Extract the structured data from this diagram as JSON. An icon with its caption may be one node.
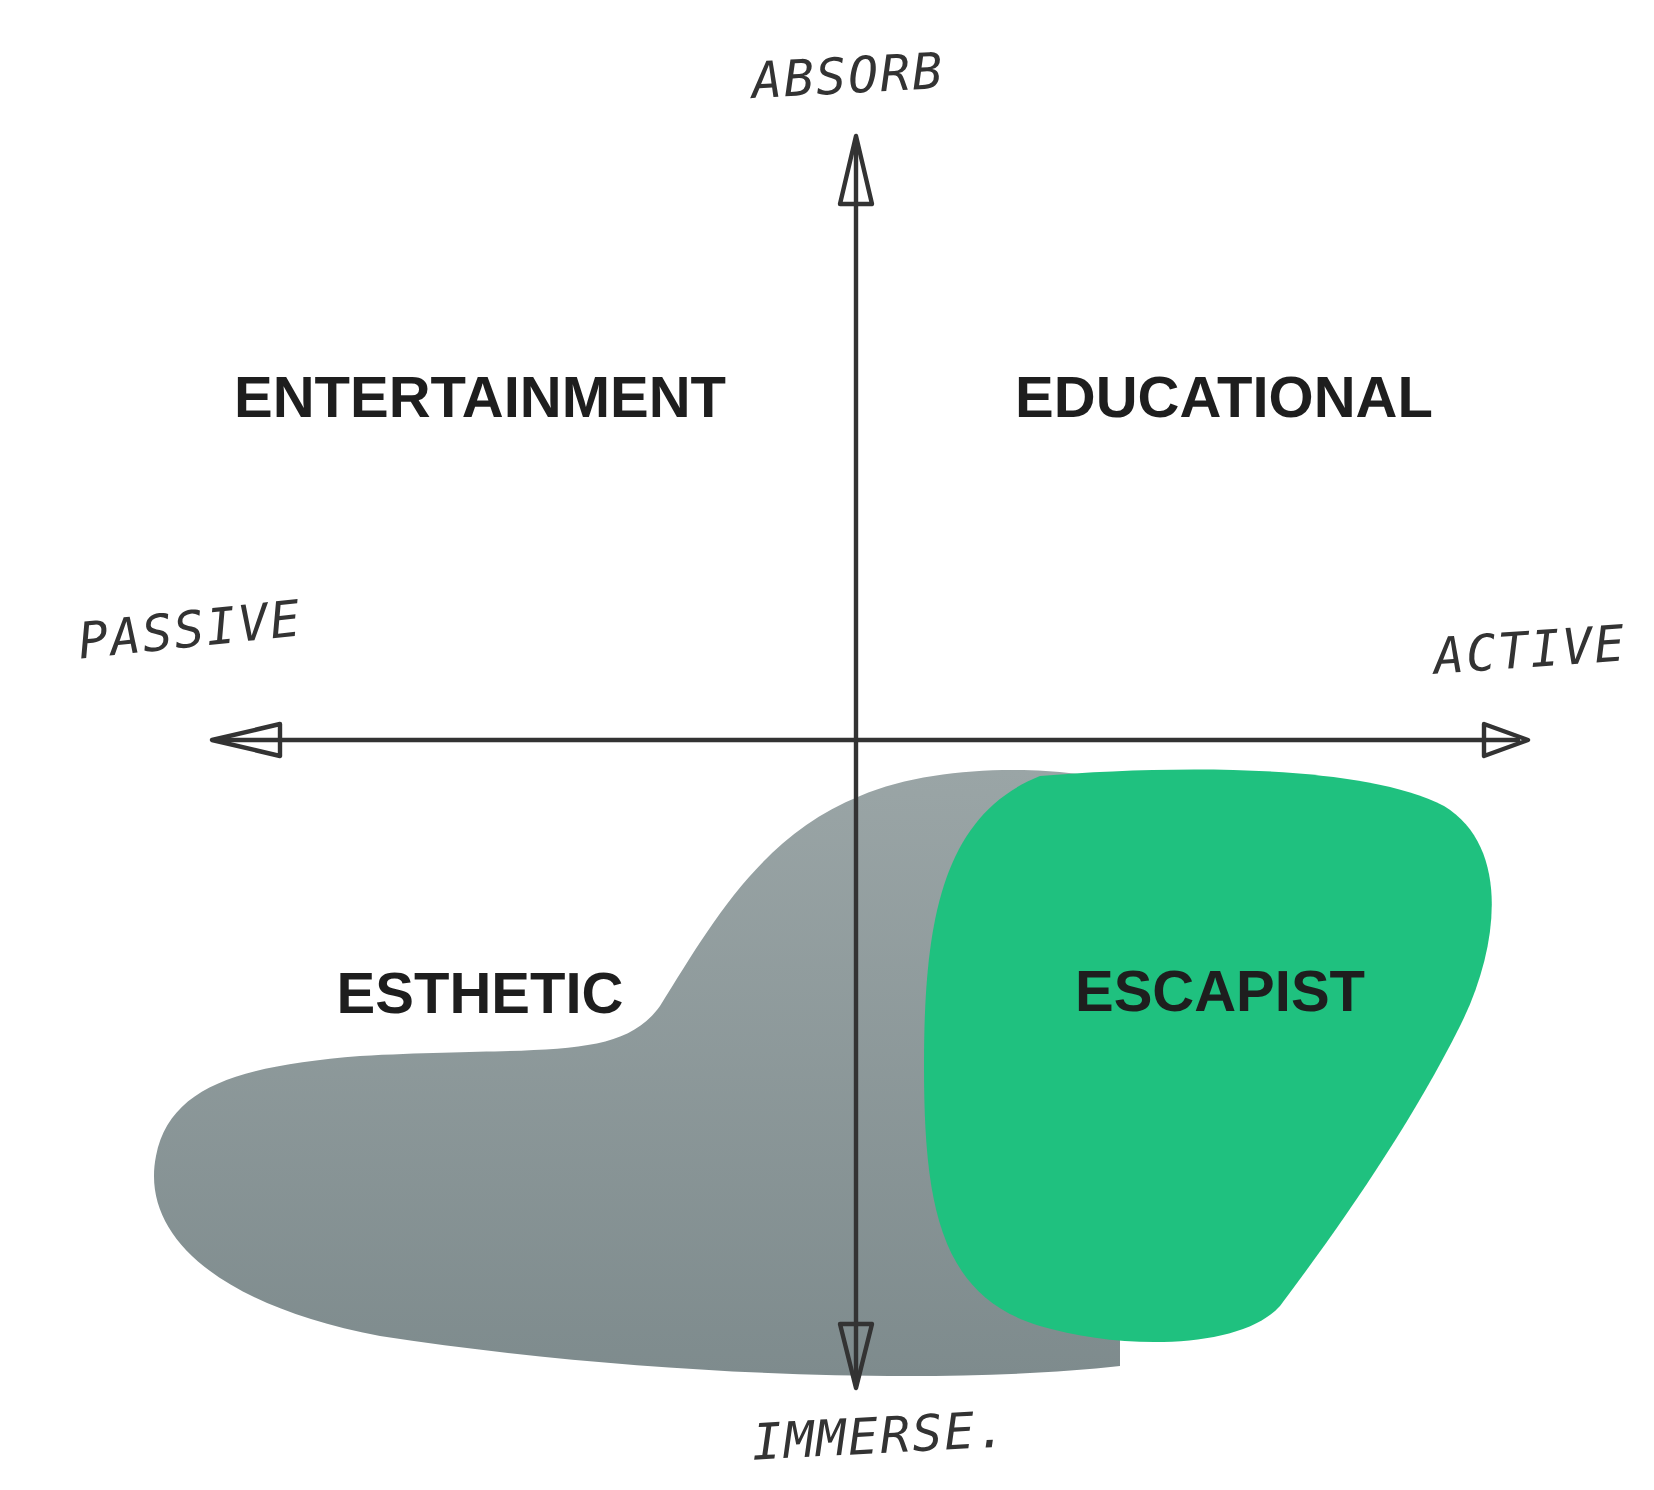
{
  "diagram": {
    "nodes": [
      {
        "text": [
          "ESTHETIC"
        ]
      },
      {
        "text": [
          "ESCAPIST"
        ]
      }
    ],
    "labels": [
      "ABSORB",
      "ENTERTAINMENT",
      "EDUCATIONAL",
      "PASSIVE",
      "ACTIVE",
      "IMMERSE."
    ]
  }
}
